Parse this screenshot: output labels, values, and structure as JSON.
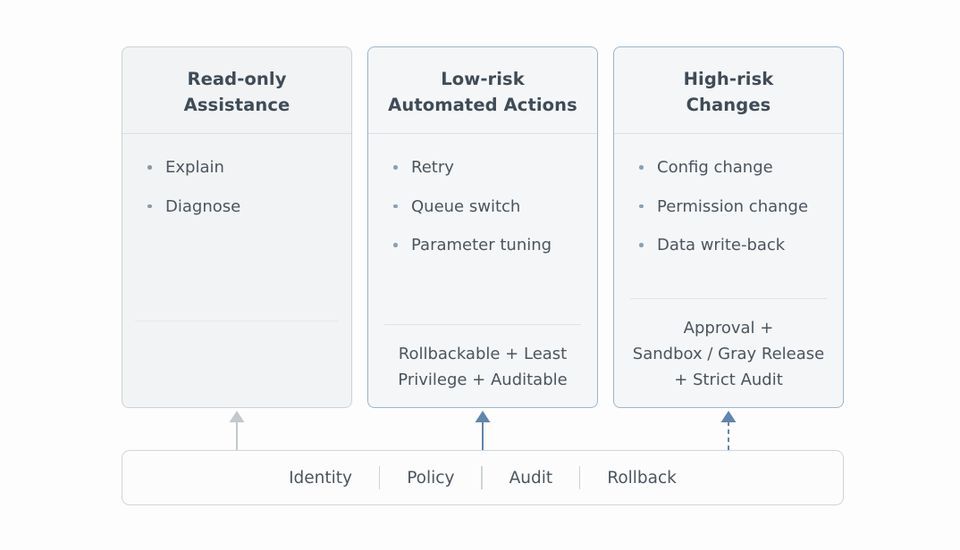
{
  "background_color": "#fdfdfd",
  "cards": [
    {
      "id": "read-only-assistance",
      "title_line1": "Read-only",
      "title_line2": "Assistance",
      "accent": false,
      "border_color": "#ced2d6",
      "fill_color": "#f2f3f4",
      "bullets": [
        "Explain",
        "Diagnose"
      ],
      "footer_lines": []
    },
    {
      "id": "low-risk-automated-actions",
      "title_line1": "Low-risk",
      "title_line2": "Automated Actions",
      "accent": true,
      "border_color": "#9cb5cb",
      "fill_color": "#f5f6f7",
      "bullets": [
        "Retry",
        "Queue switch",
        "Parameter tuning"
      ],
      "footer_lines": [
        "Rollbackable + Least",
        "Privilege + Auditable"
      ]
    },
    {
      "id": "high-risk-changes",
      "title_line1": "High-risk",
      "title_line2": "Changes",
      "accent": true,
      "border_color": "#9cb5cb",
      "fill_color": "#f5f6f7",
      "bullets": [
        "Config change",
        "Permission change",
        "Data write-back"
      ],
      "footer_lines": [
        "Approval +",
        "Sandbox / Gray Release",
        "+ Strict Audit"
      ]
    }
  ],
  "arrows": [
    {
      "id": "arrow-read-only",
      "style": "solid",
      "color": "#c3c8cc"
    },
    {
      "id": "arrow-low-risk",
      "style": "solid",
      "color": "#5f86ad"
    },
    {
      "id": "arrow-high-risk",
      "style": "dashed",
      "color": "#5f86ad"
    }
  ],
  "bottom_bar": {
    "id": "foundation-bar",
    "items": [
      "Identity",
      "Policy",
      "Audit",
      "Rollback"
    ],
    "separator": "|",
    "border_color": "#d0d4d8",
    "fill_color": "#fcfcfc"
  }
}
